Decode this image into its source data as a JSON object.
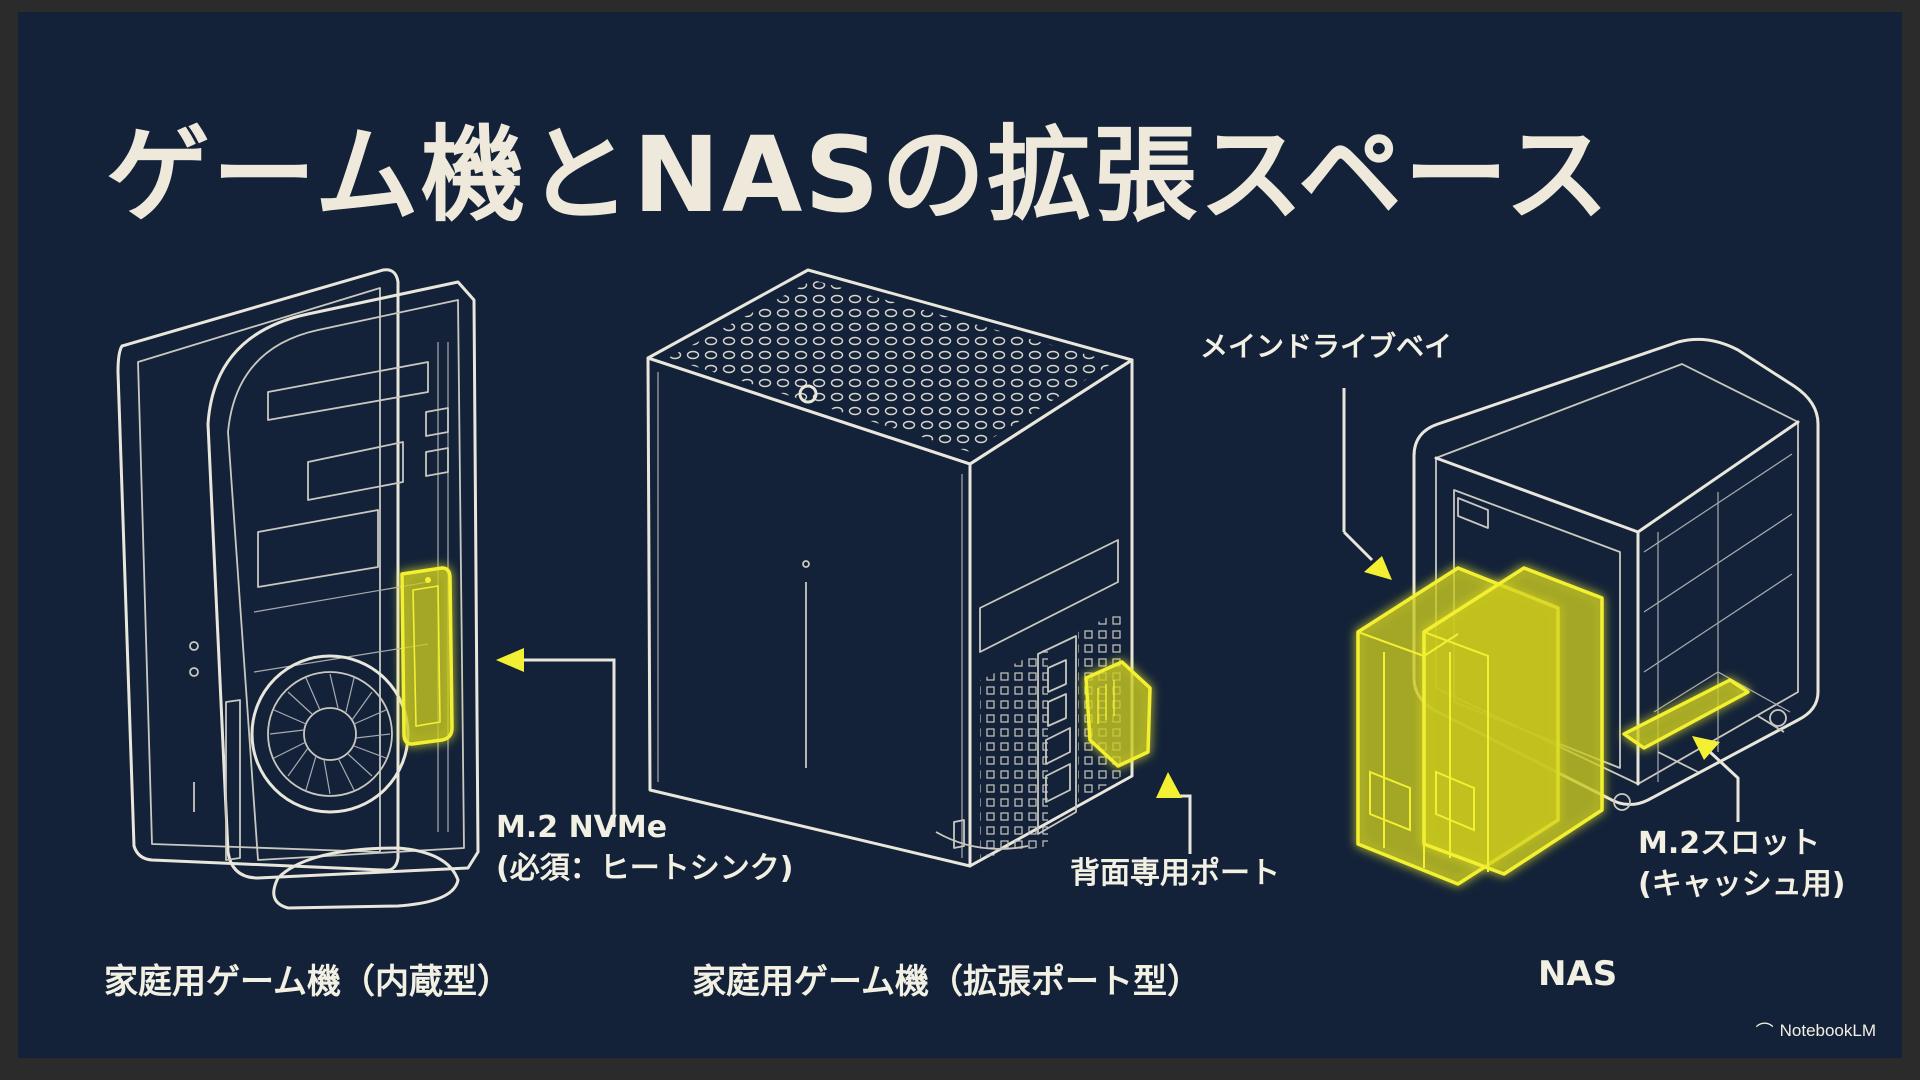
{
  "title": "ゲーム機とNASの拡張スペース",
  "panels": [
    {
      "callout": [
        "M.2 NVMe",
        "(必須：ヒートシンク)"
      ],
      "caption": "家庭用ゲーム機（内蔵型）"
    },
    {
      "callout": [
        "背面専用ポート"
      ],
      "caption": "家庭用ゲーム機（拡張ポート型）"
    },
    {
      "callout_top": "メインドライブベイ",
      "callout": [
        "M.2スロット",
        "(キャッシュ用)"
      ],
      "caption": "NAS"
    }
  ],
  "brand": "NotebookLM",
  "colors": {
    "background": "#132238",
    "line": "#e9e6dc",
    "highlight": "#f3f033"
  }
}
